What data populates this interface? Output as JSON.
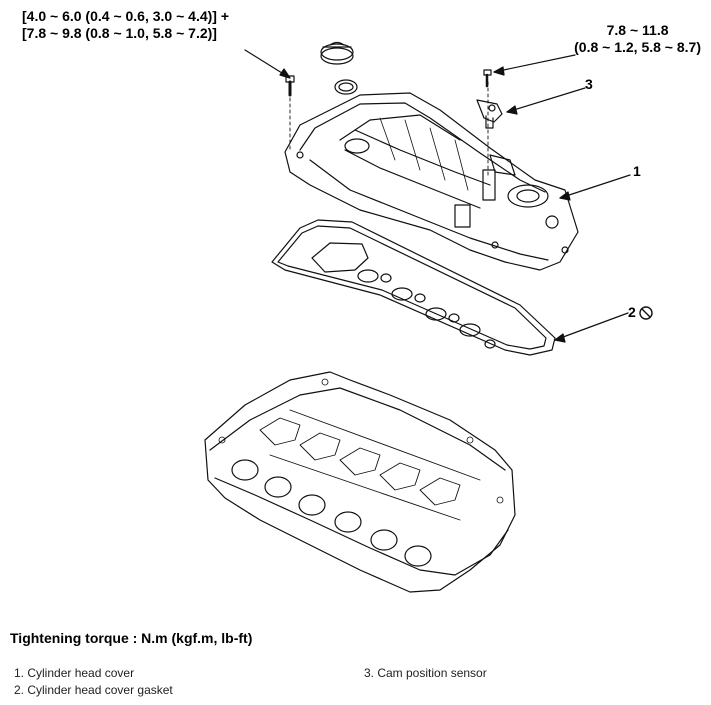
{
  "torque_left": {
    "line1": "[4.0 ~ 6.0 (0.4 ~ 0.6, 3.0 ~ 4.4)] +",
    "line2": "[7.8 ~ 9.8 (0.8 ~ 1.0, 5.8 ~ 7.2)]"
  },
  "torque_right": {
    "line1": "7.8 ~ 11.8",
    "line2": "(0.8 ~ 1.2, 5.8 ~ 8.7)"
  },
  "callouts": {
    "c1": "1",
    "c2": "2",
    "c3": "3"
  },
  "heading": "Tightening torque : N.m (kgf.m, lb-ft)",
  "legend": {
    "item1": "1. Cylinder head cover",
    "item2": "2. Cylinder head cover gasket",
    "item3": "3. Cam position sensor"
  },
  "icons": {
    "no_reuse": "prohibited-icon"
  }
}
